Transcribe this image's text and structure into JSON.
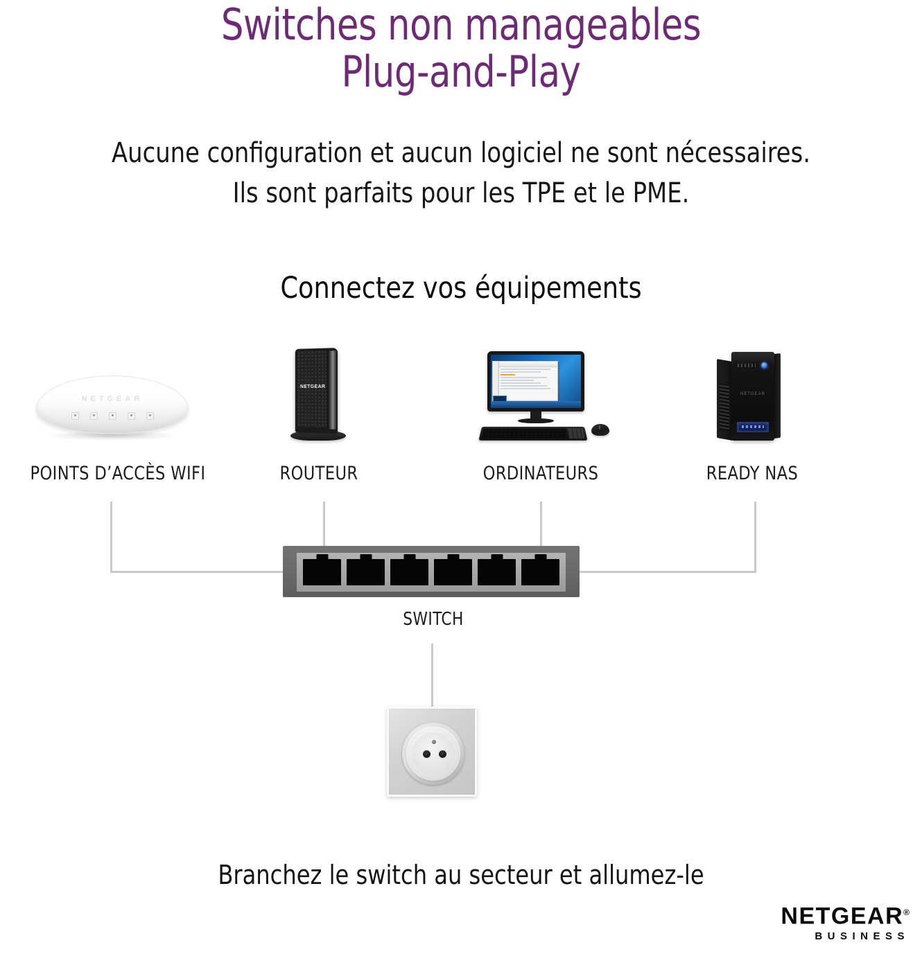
{
  "hero": {
    "title": "Switches non manageables\nPlug-and-Play",
    "title_color": "#6d2b75",
    "subtitle": "Aucune configuration et aucun logiciel ne sont nécessaires.\nIls sont parfaits pour les TPE et le PME."
  },
  "section": {
    "heading": "Connectez vos équipements"
  },
  "devices": [
    {
      "id": "wifi-access-point",
      "label": "POINTS D’ACCÈS WIFI",
      "brand": "NETGEAR",
      "led_count": 5
    },
    {
      "id": "router",
      "label": "ROUTEUR",
      "brand": "NETGEAR"
    },
    {
      "id": "computers",
      "label": "ORDINATEURS"
    },
    {
      "id": "ready-nas",
      "label": "READY NAS",
      "brand": "NETGEAR"
    }
  ],
  "switch": {
    "label": "SWITCH",
    "port_count": 6,
    "body_color": "#6a6a6a",
    "panel_color": "#a6a6a6",
    "port_color": "#050505"
  },
  "outlet": {
    "type": "french-power-socket",
    "hole_count": 2,
    "plate_color": "#d2d2d2"
  },
  "wires": {
    "color": "#c9c9c9"
  },
  "footer": {
    "caption": "Branchez le switch au secteur et allumez-le"
  },
  "logo": {
    "word": "NETGEAR",
    "registered": "®",
    "subtitle": "BUSINESS"
  }
}
